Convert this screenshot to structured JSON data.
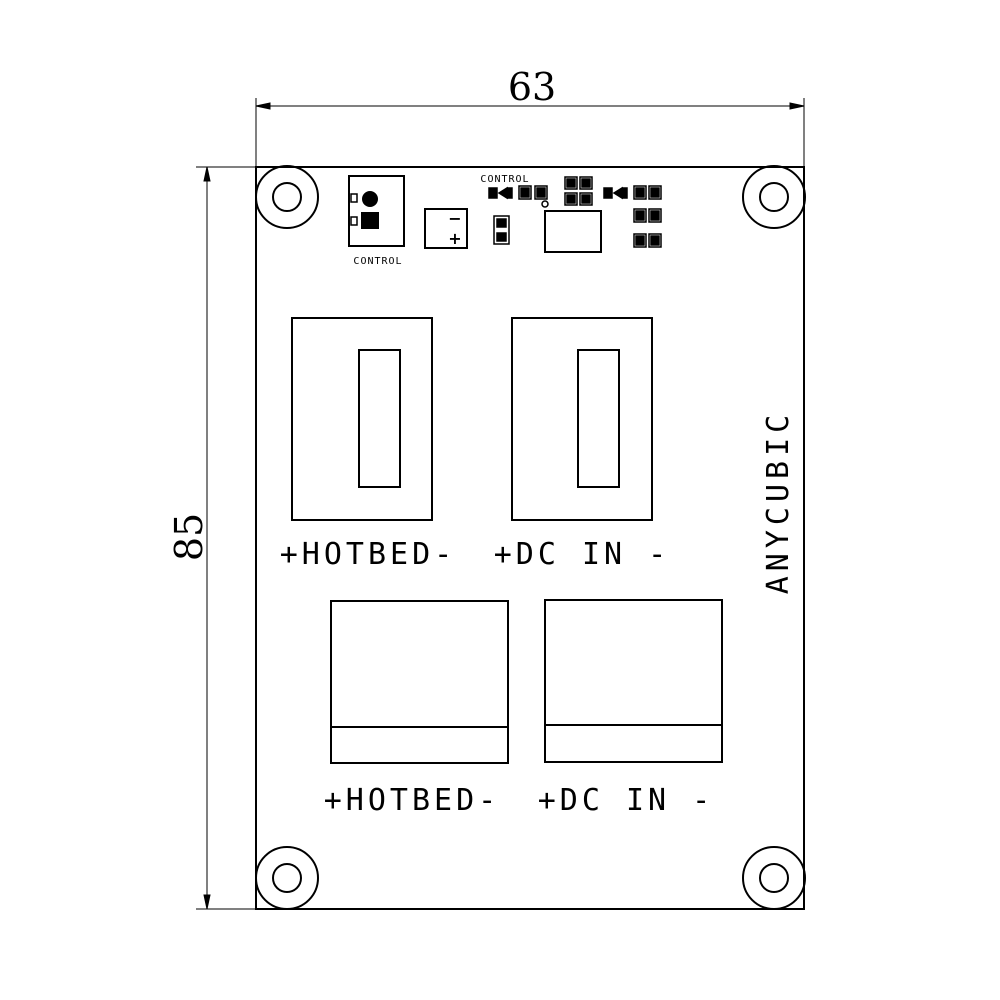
{
  "dimensions": {
    "width_label": "63",
    "height_label": "85"
  },
  "board": {
    "brand": "ANYCUBIC",
    "control_label_top": "CONTROL",
    "control_label_connector": "CONTROL",
    "polarity_minus": "−",
    "polarity_plus": "+"
  },
  "terminals": {
    "upper_left_label": "+HOTBED-",
    "upper_right_label": "+DC IN -",
    "lower_left_label": "+HOTBED-",
    "lower_right_label": "+DC IN -"
  }
}
